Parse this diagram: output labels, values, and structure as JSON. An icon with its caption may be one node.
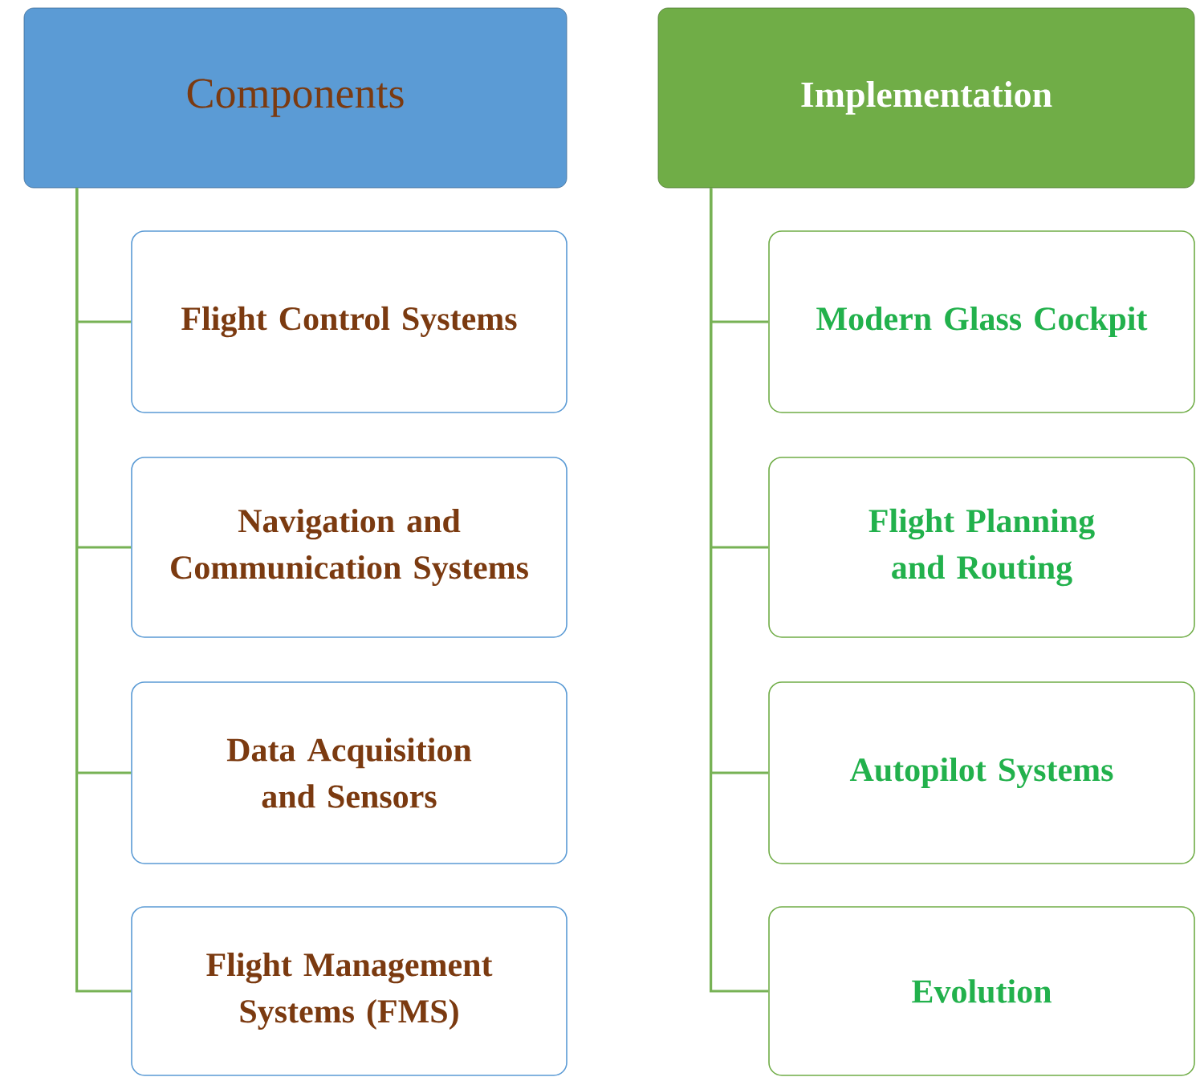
{
  "diagram": {
    "nodes": [
      {
        "text": [
          "Components"
        ]
      },
      {
        "text": [
          "Flight Control Systems"
        ]
      },
      {
        "text": [
          "Navigation and Communication Systems"
        ]
      },
      {
        "text": [
          "Data Acquisition and Sensors"
        ]
      },
      {
        "text": [
          "Flight Management Systems (FMS)"
        ]
      },
      {
        "text": [
          "Implementation"
        ]
      },
      {
        "text": [
          "Modern Glass Cockpit"
        ]
      },
      {
        "text": [
          "Flight Planning and Routing"
        ]
      },
      {
        "text": [
          "Autopilot Systems"
        ]
      },
      {
        "text": [
          "Evolution"
        ]
      }
    ],
    "edges": [
      {
        "from": 0,
        "to": 1,
        "arrow": "none"
      },
      {
        "from": 0,
        "to": 2,
        "arrow": "none"
      },
      {
        "from": 0,
        "to": 3,
        "arrow": "none"
      },
      {
        "from": 0,
        "to": 4,
        "arrow": "none"
      },
      {
        "from": 5,
        "to": 6,
        "arrow": "none"
      },
      {
        "from": 5,
        "to": 7,
        "arrow": "none"
      },
      {
        "from": 5,
        "to": 8,
        "arrow": "none"
      },
      {
        "from": 5,
        "to": 9,
        "arrow": "none"
      }
    ]
  }
}
